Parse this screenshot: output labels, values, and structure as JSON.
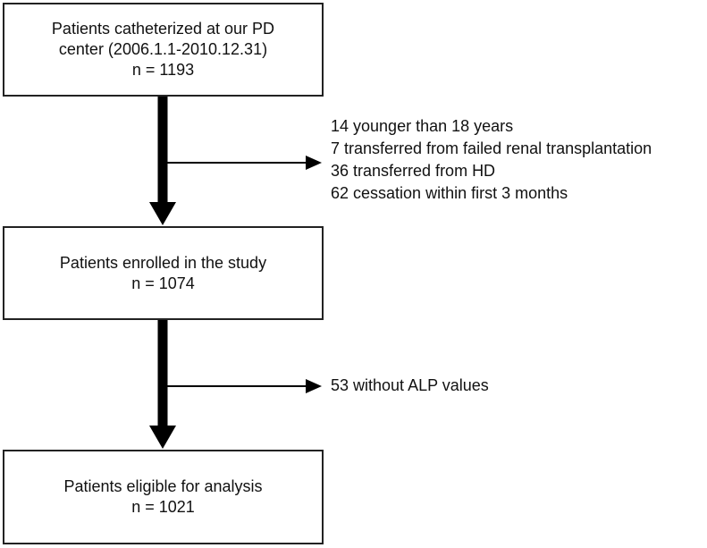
{
  "boxes": {
    "catheterized": {
      "line1": "Patients catheterized at our PD",
      "line2": "center (2006.1.1-2010.12.31)",
      "line3": "n = 1193"
    },
    "enrolled": {
      "line1": "Patients enrolled in the study",
      "line2": "n = 1074"
    },
    "eligible": {
      "line1": "Patients eligible for analysis",
      "line2": "n = 1021"
    }
  },
  "exclusions": {
    "first": [
      "14 younger than 18 years",
      "7 transferred from failed renal transplantation",
      "36 transferred from HD",
      "62 cessation within first 3 months"
    ],
    "second": [
      "53 without ALP values"
    ]
  },
  "colors": {
    "line": "#000000",
    "border": "#222222",
    "background": "#ffffff"
  }
}
